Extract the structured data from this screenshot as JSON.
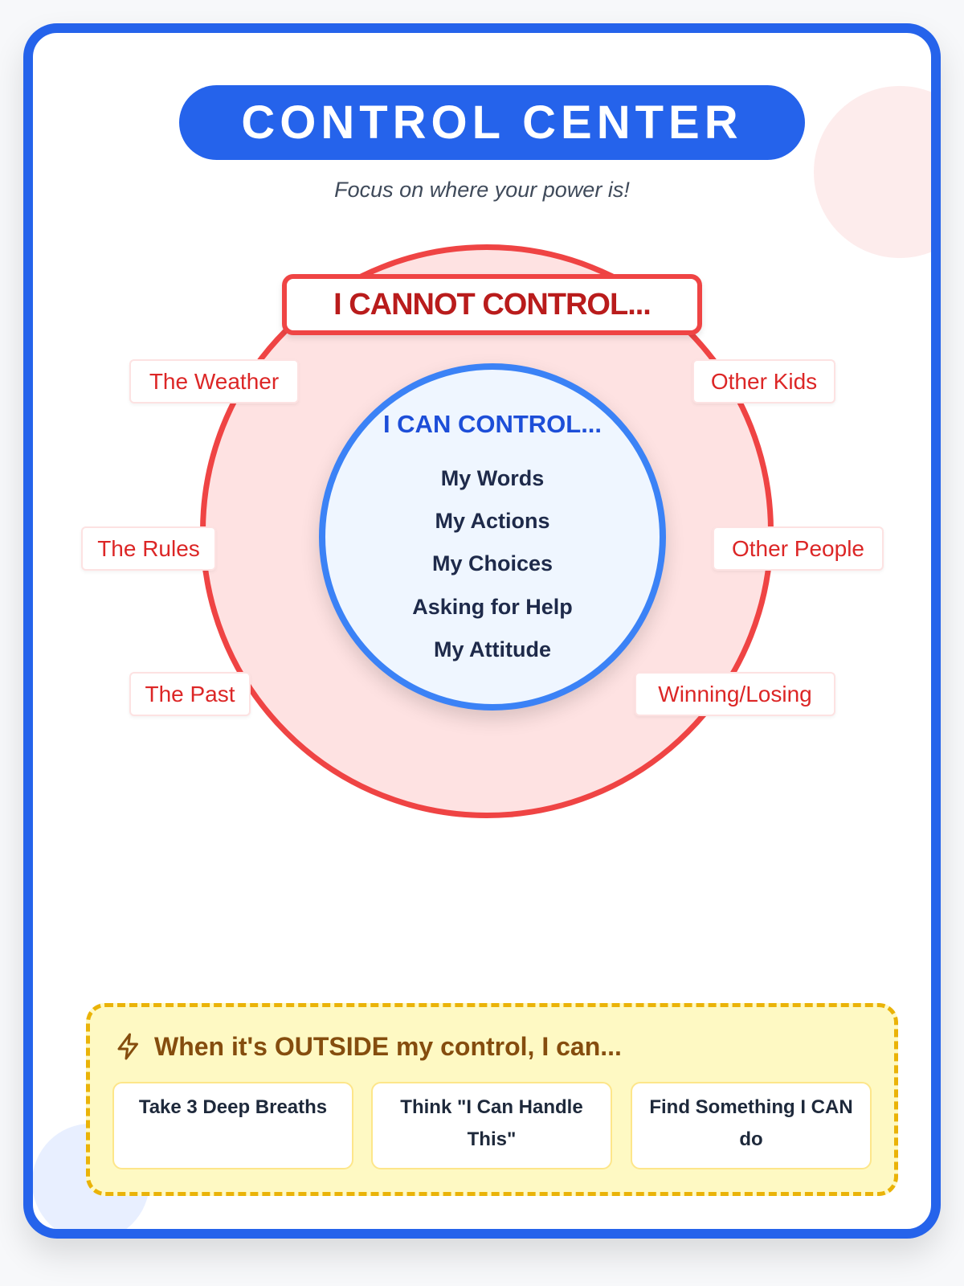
{
  "header": {
    "title": "CONTROL CENTER",
    "subtitle": "Focus on where your power is!"
  },
  "outside": {
    "label": "I CANNOT CONTROL...",
    "items": [
      "The Weather",
      "Other Kids",
      "The Rules",
      "Other People",
      "The Past",
      "Winning/Losing"
    ]
  },
  "inside": {
    "label": "I CAN CONTROL...",
    "items": [
      "My Words",
      "My Actions",
      "My Choices",
      "Asking for Help",
      "My Attitude"
    ]
  },
  "strategies": {
    "icon": "lightning-icon",
    "title": "When it's OUTSIDE my control, I can...",
    "items": [
      "Take 3 Deep Breaths",
      "Think \"I Can Handle This\"",
      "Find Something I CAN do"
    ]
  },
  "colors": {
    "blue": "#2563eb",
    "red": "#ef4444",
    "yellow": "#eab308"
  }
}
